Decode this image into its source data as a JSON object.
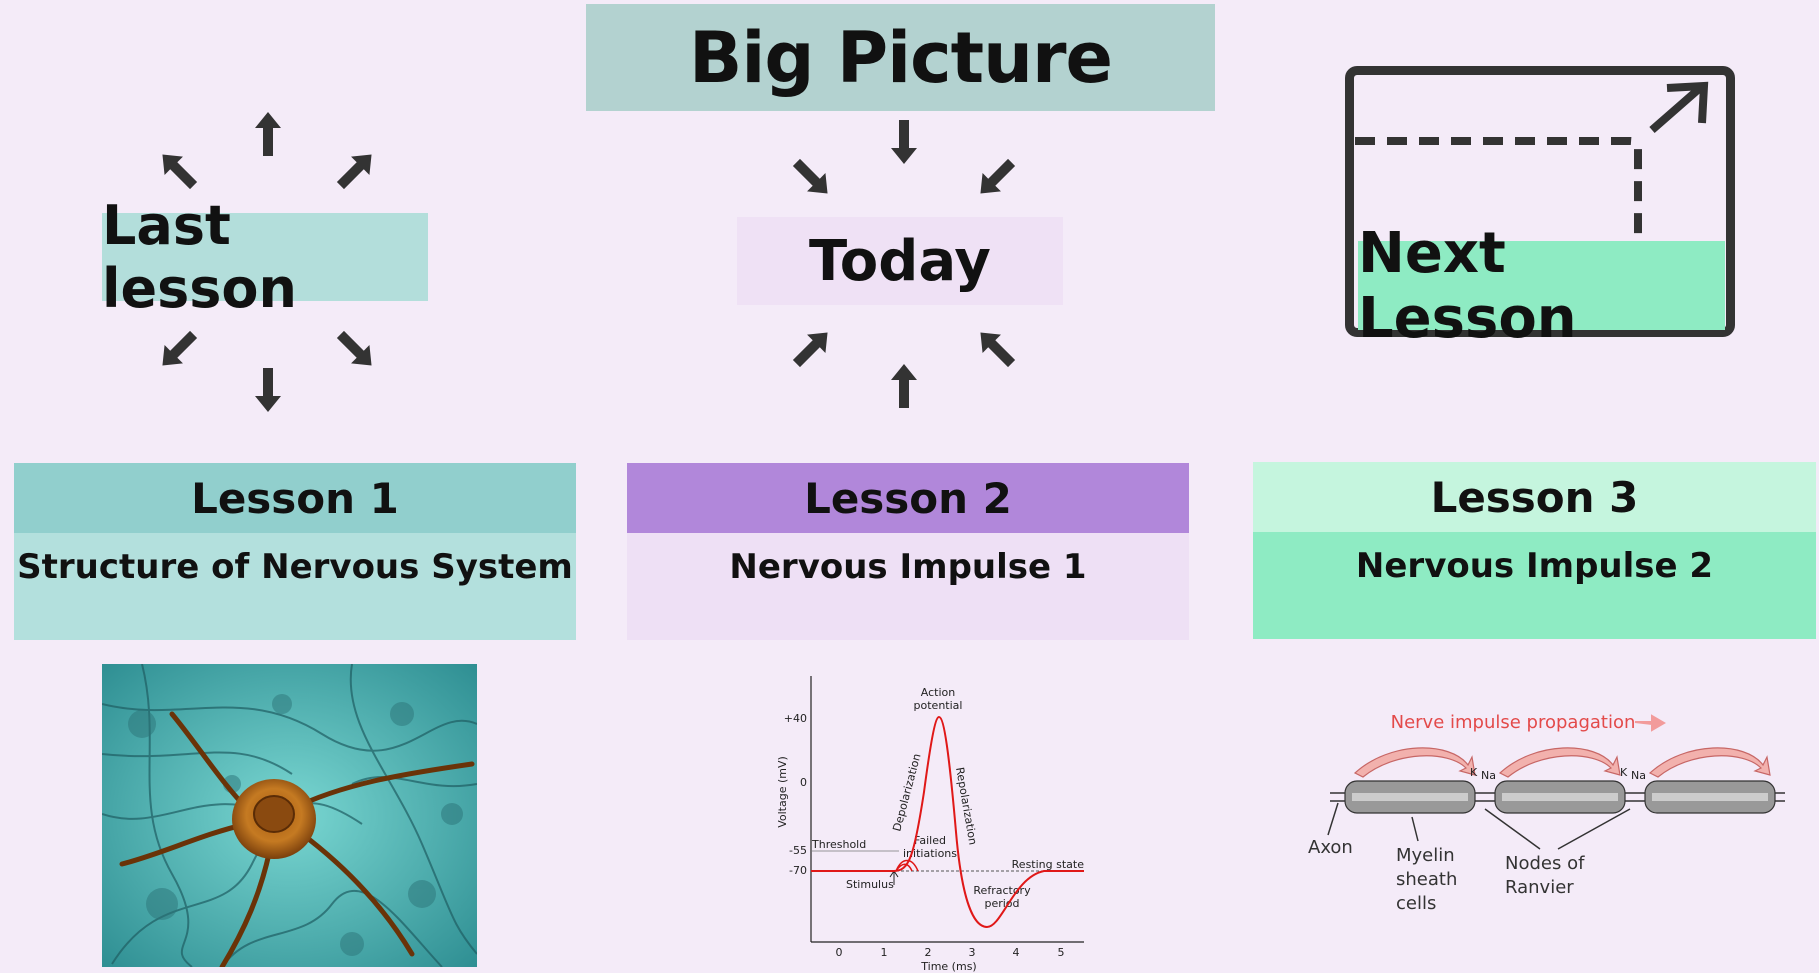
{
  "title": "Big Picture",
  "last_lesson": "Last lesson",
  "today": "Today",
  "next_lesson": "Next Lesson",
  "lessons": [
    {
      "heading": "Lesson 1",
      "topic": "Structure of Nervous System",
      "head_color": "#91cfcd",
      "body_color": "#b3e0dd"
    },
    {
      "heading": "Lesson 2",
      "topic": "Nervous Impulse 1",
      "head_color": "#b187da",
      "body_color": "#eee0f5"
    },
    {
      "heading": "Lesson 3",
      "topic": "Nervous Impulse 2",
      "head_color": "#c5f5de",
      "body_color": "#8eebc3"
    }
  ],
  "graph": {
    "peak_label_1": "Action",
    "peak_label_2": "potential",
    "y_ticks": [
      "+40",
      "0",
      "-55",
      "-70"
    ],
    "y_label": "Voltage (mV)",
    "threshold": "Threshold",
    "stimulus": "Stimulus",
    "depolarization": "Depolarization",
    "repolarization": "Repolarization",
    "failed_1": "Failed",
    "failed_2": "initiations",
    "resting": "Resting state",
    "refractory_1": "Refractory",
    "refractory_2": "period",
    "x_ticks": [
      "0",
      "1",
      "2",
      "3",
      "4",
      "5"
    ],
    "x_label": "Time (ms)"
  },
  "axon_diagram": {
    "propagation": "Nerve impulse propagation",
    "ion_k": "K",
    "ion_na": "Na",
    "axon": "Axon",
    "myelin_1": "Myelin",
    "myelin_2": "sheath",
    "myelin_3": "cells",
    "nodes_1": "Nodes of",
    "nodes_2": "Ranvier"
  }
}
